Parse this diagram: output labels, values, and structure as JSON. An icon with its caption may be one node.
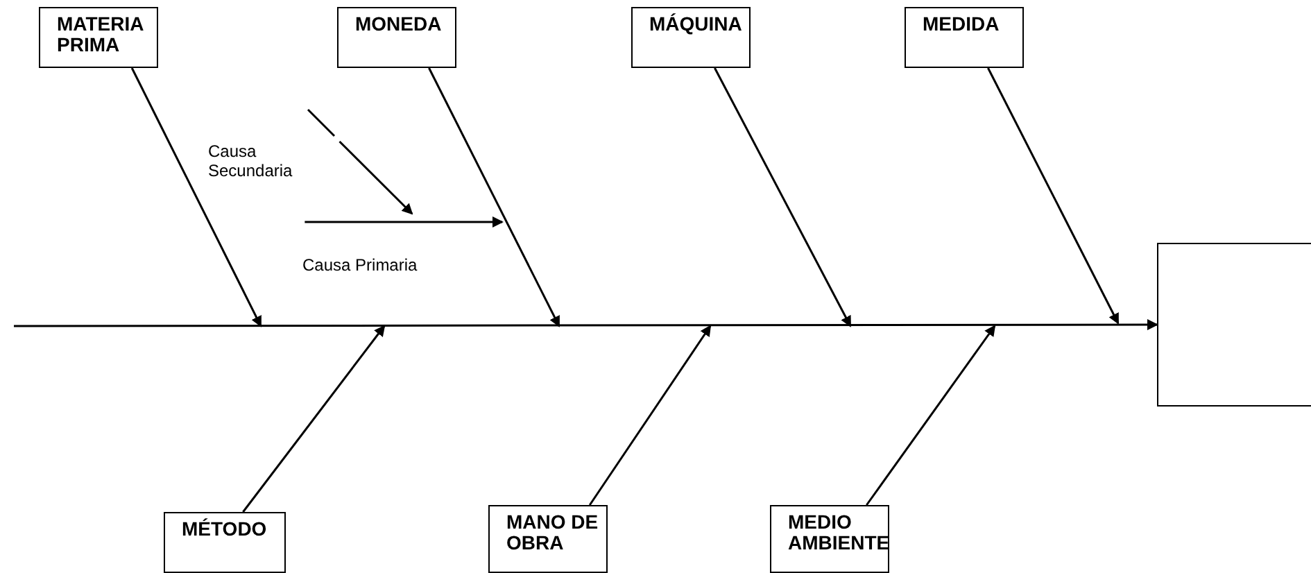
{
  "diagram": {
    "nodes": [
      {
        "text": [
          "MATERIA PRIMA"
        ]
      },
      {
        "text": [
          "MONEDA"
        ]
      },
      {
        "text": [
          "MÁQUINA"
        ]
      },
      {
        "text": [
          "MEDIDA"
        ]
      },
      {
        "text": [],
        "shape": "box"
      },
      {
        "text": [
          "MÉTODO"
        ]
      },
      {
        "text": [
          "MANO DE OBRA"
        ]
      },
      {
        "text": [
          "MEDIO AMBIENTE"
        ]
      },
      {
        "text": [
          "Causa Secundaria"
        ]
      },
      {
        "text": [
          "Causa Primaria"
        ]
      }
    ],
    "edges": [
      {
        "from": null,
        "to": 4,
        "arrow": "to"
      },
      {
        "from": 0,
        "to": null,
        "arrow": "to"
      },
      {
        "from": 1,
        "to": null,
        "arrow": "to"
      },
      {
        "from": 2,
        "to": null,
        "arrow": "to"
      },
      {
        "from": 3,
        "to": null,
        "arrow": "to"
      },
      {
        "from": 5,
        "to": null,
        "arrow": "to"
      },
      {
        "from": 6,
        "to": null,
        "arrow": "to"
      },
      {
        "from": 7,
        "to": null,
        "arrow": "to"
      },
      {
        "from": 8,
        "to": null,
        "arrow": "to"
      },
      {
        "from": 9,
        "to": null,
        "arrow": "to"
      }
    ]
  }
}
